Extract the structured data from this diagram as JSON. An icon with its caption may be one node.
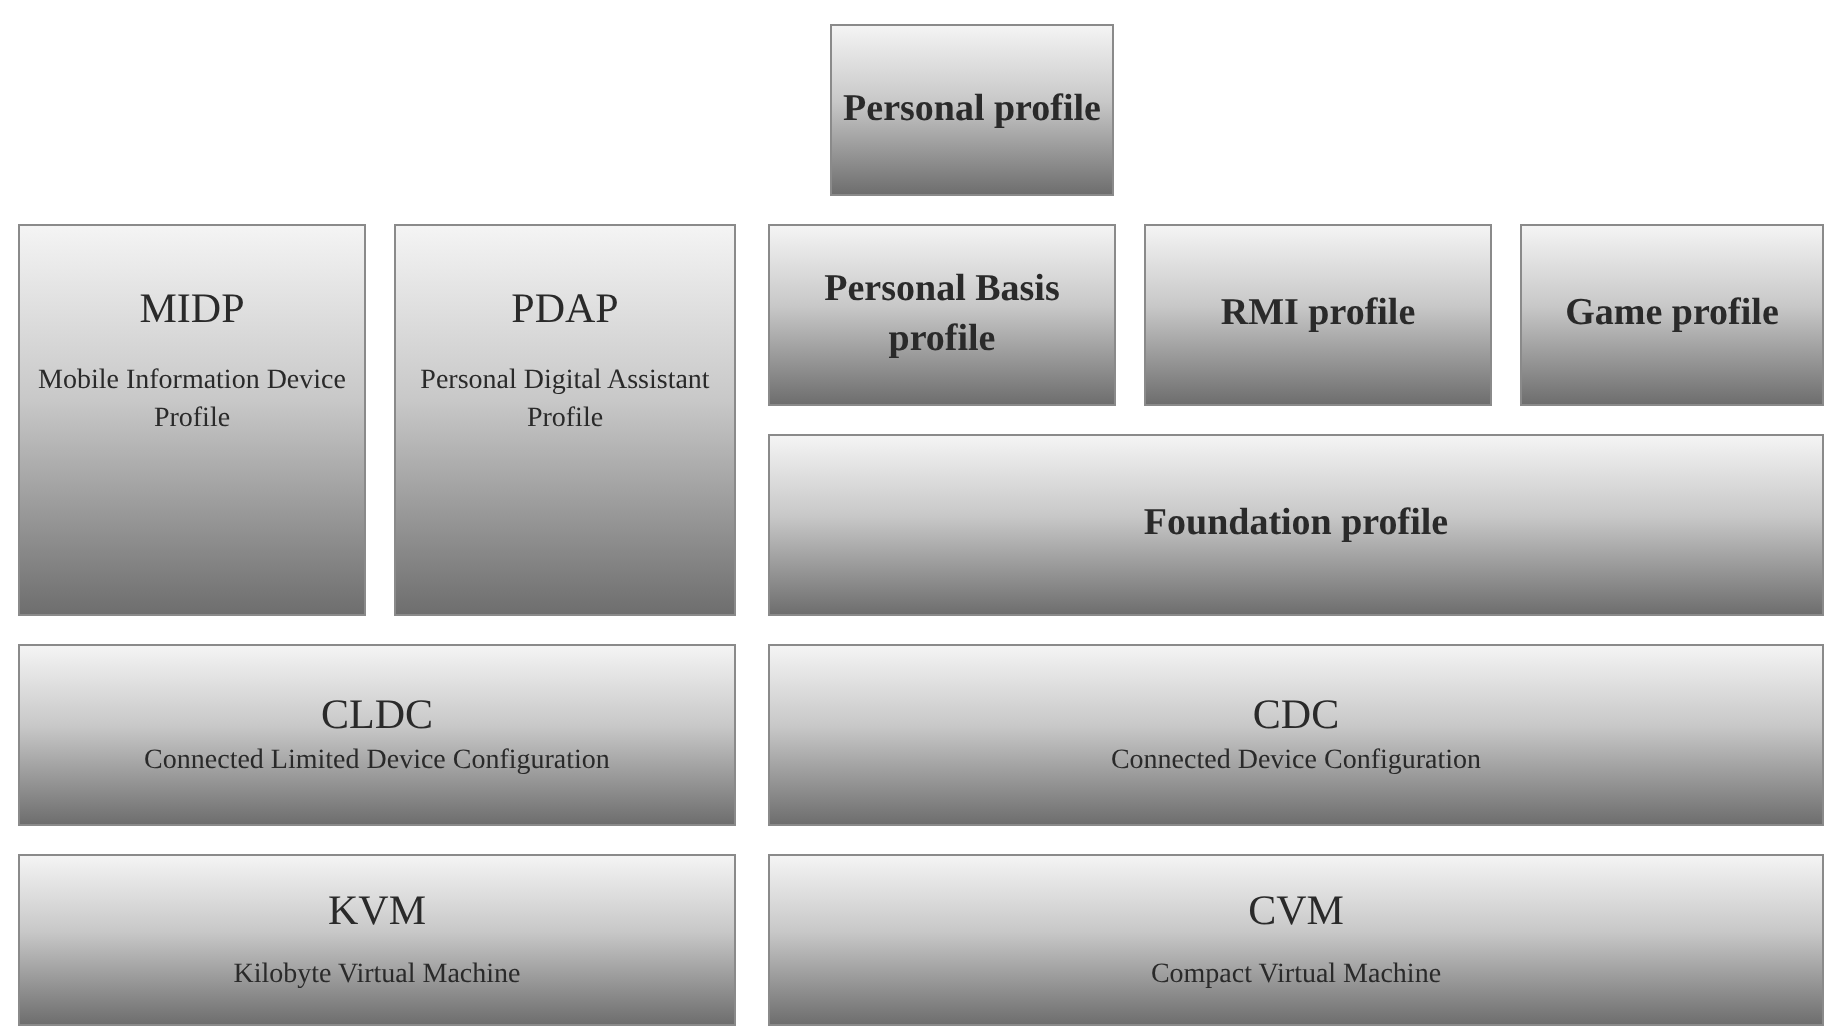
{
  "diagram": {
    "nodes": [
      {
        "text": [
          "Personal profile"
        ]
      },
      {
        "text": [
          "MIDP",
          "Mobile Information Device Profile"
        ]
      },
      {
        "text": [
          "PDAP",
          "Personal Digital Assistant Profile"
        ]
      },
      {
        "text": [
          "Personal Basis profile"
        ]
      },
      {
        "text": [
          "RMI profile"
        ]
      },
      {
        "text": [
          "Game profile"
        ]
      },
      {
        "text": [
          "Foundation profile"
        ]
      },
      {
        "text": [
          "CLDC",
          "Connected Limited Device Configuration"
        ]
      },
      {
        "text": [
          "CDC",
          "Connected Device Configuration"
        ]
      },
      {
        "text": [
          "KVM",
          "Kilobyte Virtual Machine"
        ]
      },
      {
        "text": [
          "CVM",
          "Compact Virtual Machine"
        ]
      }
    ]
  }
}
